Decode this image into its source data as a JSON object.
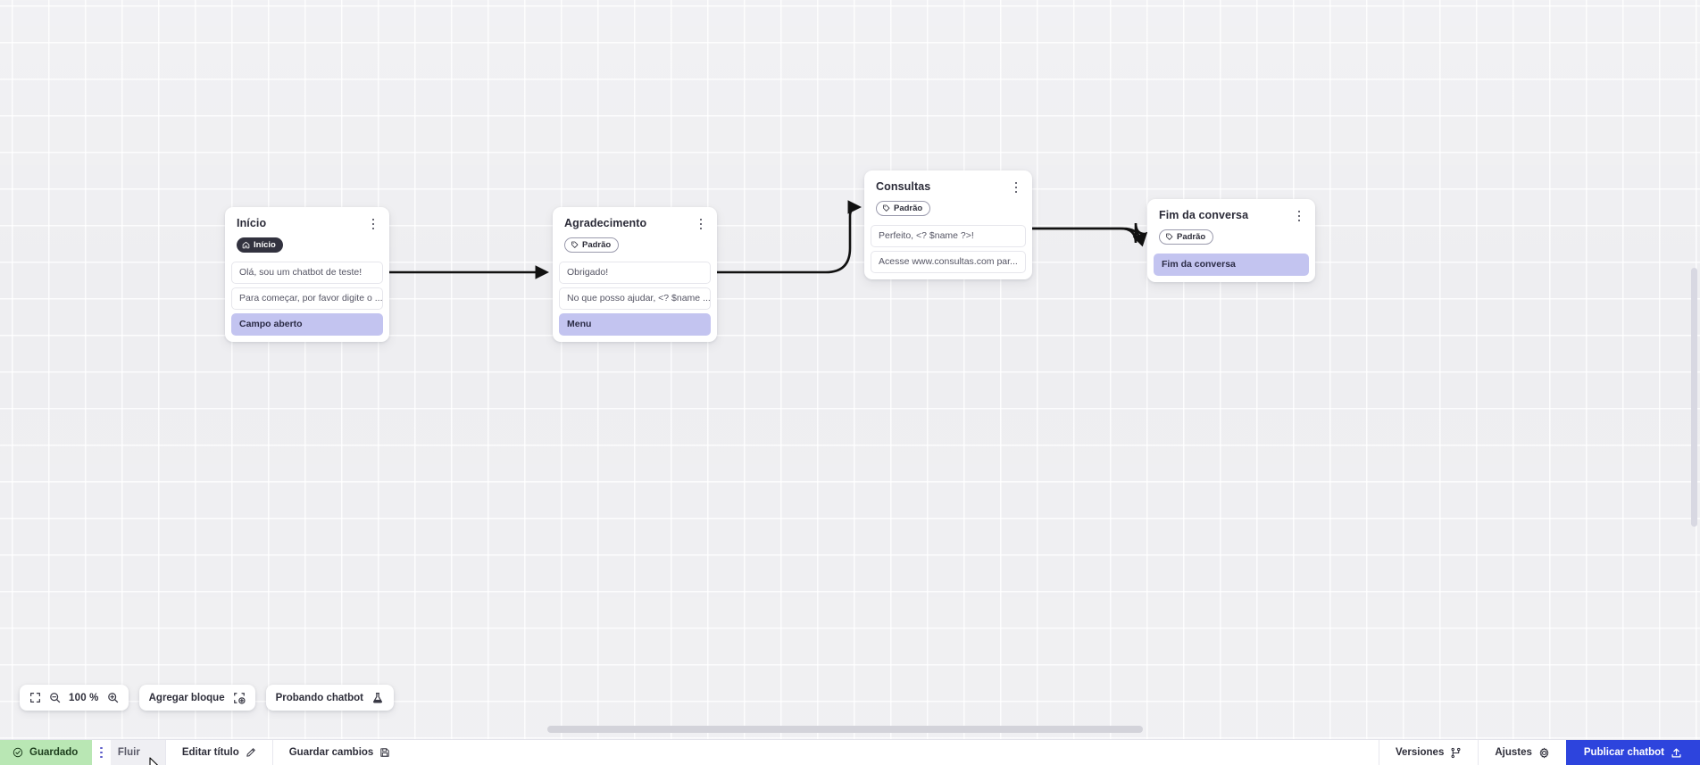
{
  "canvas": {
    "zoom_level": "100 %",
    "grid": "on",
    "background_color": "#ededf0"
  },
  "nodes": [
    {
      "id": "inicio",
      "title": "Início",
      "badge": {
        "label": "Início",
        "icon": "home-icon",
        "style": "dark"
      },
      "items": [
        {
          "text": "Olá, sou um chatbot de teste!",
          "type": "message"
        },
        {
          "text": "Para começar, por favor digite o ...",
          "type": "message"
        },
        {
          "text": "Campo aberto",
          "type": "action"
        }
      ]
    },
    {
      "id": "agradecimento",
      "title": "Agradecimento",
      "badge": {
        "label": "Padrão",
        "icon": "tag-icon",
        "style": "outline"
      },
      "items": [
        {
          "text": "Obrigado!",
          "type": "message"
        },
        {
          "text": "No que posso ajudar, <? $name ...",
          "type": "message"
        },
        {
          "text": "Menu",
          "type": "action"
        }
      ]
    },
    {
      "id": "consultas",
      "title": "Consultas",
      "badge": {
        "label": "Padrão",
        "icon": "tag-icon",
        "style": "outline"
      },
      "items": [
        {
          "text": "Perfeito, <? $name ?>!",
          "type": "message"
        },
        {
          "text": "Acesse www.consultas.com par...",
          "type": "message"
        }
      ]
    },
    {
      "id": "fim",
      "title": "Fim da conversa",
      "badge": {
        "label": "Padrão",
        "icon": "tag-icon",
        "style": "outline"
      },
      "items": [
        {
          "text": "Fim da conversa",
          "type": "action"
        }
      ]
    }
  ],
  "toolbar": {
    "fit_icon": "fit-screen-icon",
    "zoom_out_icon": "zoom-out-icon",
    "zoom_value": "100 %",
    "zoom_in_icon": "zoom-in-icon",
    "add_block_label": "Agregar bloque",
    "add_block_icon": "add-block-icon",
    "test_chatbot_label": "Probando chatbot",
    "test_chatbot_icon": "flask-icon"
  },
  "statusbar": {
    "saved_label": "Guardado",
    "saved_icon": "check-circle-icon",
    "saved_color": "#b9e7b4",
    "menu_icon": "kebab-menu-icon",
    "flow_label": "Fluir",
    "edit_title_label": "Editar título",
    "edit_title_icon": "pencil-icon",
    "save_changes_label": "Guardar cambios",
    "save_changes_icon": "save-disk-icon",
    "versions_label": "Versiones",
    "versions_icon": "branch-icon",
    "settings_label": "Ajustes",
    "settings_icon": "gear-icon",
    "publish_label": "Publicar chatbot",
    "publish_icon": "upload-icon",
    "publish_color": "#2d44dd"
  },
  "colors": {
    "action_chip": "#c3c4f0",
    "node_surface": "#ffffff",
    "badge_dark": "#32323f",
    "edge_stroke": "#111111"
  }
}
